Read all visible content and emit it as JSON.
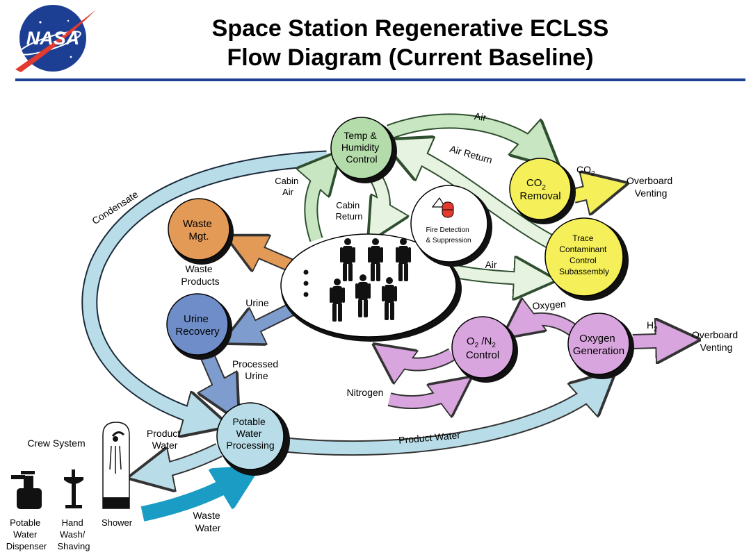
{
  "header": {
    "logo_text": "NASA",
    "title_line1": "Space Station Regenerative ECLSS",
    "title_line2": "Flow Diagram (Current Baseline)"
  },
  "nodes": {
    "temp_humidity": [
      "Temp &",
      "Humidity",
      "Control"
    ],
    "co2_removal": [
      "CO",
      "Removal"
    ],
    "trace_contaminant": [
      "Trace",
      "Contaminant",
      "Control",
      "Subassembly"
    ],
    "fire_detection": [
      "Fire Detection",
      "& Suppression"
    ],
    "waste_mgt": [
      "Waste",
      "Mgt."
    ],
    "urine_recovery": [
      "Urine",
      "Recovery"
    ],
    "o2n2_control": [
      "O",
      " /N",
      "Control"
    ],
    "oxygen_generation": [
      "Oxygen",
      "Generation"
    ],
    "potable_water": [
      "Potable",
      "Water",
      "Processing"
    ]
  },
  "labels": {
    "air_top": "Air",
    "air_return": "Air Return",
    "co2": "CO",
    "co2_sub": "2",
    "overboard_venting_1": [
      "Overboard",
      "Venting"
    ],
    "cabin_air": [
      "Cabin",
      "Air"
    ],
    "cabin_return": [
      "Cabin",
      "Return"
    ],
    "condensate": "Condensate",
    "waste_products": [
      "Waste",
      "Products"
    ],
    "air_mid": "Air",
    "oxygen": "Oxygen",
    "urine": "Urine",
    "h2": "H",
    "h2_sub": "2",
    "overboard_venting_2": [
      "Overboard",
      "Venting"
    ],
    "processed_urine": [
      "Processed",
      "Urine"
    ],
    "nitrogen": "Nitrogen",
    "product_water_left": [
      "Product",
      "Water"
    ],
    "product_water_right": "Product Water",
    "crew_system": "Crew System",
    "waste_water": [
      "Waste",
      "Water"
    ],
    "potable_water_dispenser": [
      "Potable",
      "Water",
      "Dispenser"
    ],
    "hand_wash": [
      "Hand",
      "Wash/",
      "Shaving"
    ],
    "shower": "Shower",
    "o2_sub": "2",
    "n2_sub": "2"
  },
  "colors": {
    "green_flow": "#c7e6c1",
    "green_node": "#b4dcaa",
    "yellow": "#f5f05a",
    "orange": "#e49a57",
    "blue_node": "#6f8ec9",
    "blue_flow": "#7f9ccf",
    "purple": "#d9a5de",
    "light_blue": "#b9dde8",
    "teal": "#1a9cc4",
    "header_rule": "#1c3f94",
    "nasa_blue": "#1c3f94",
    "nasa_red": "#e23a2e"
  }
}
